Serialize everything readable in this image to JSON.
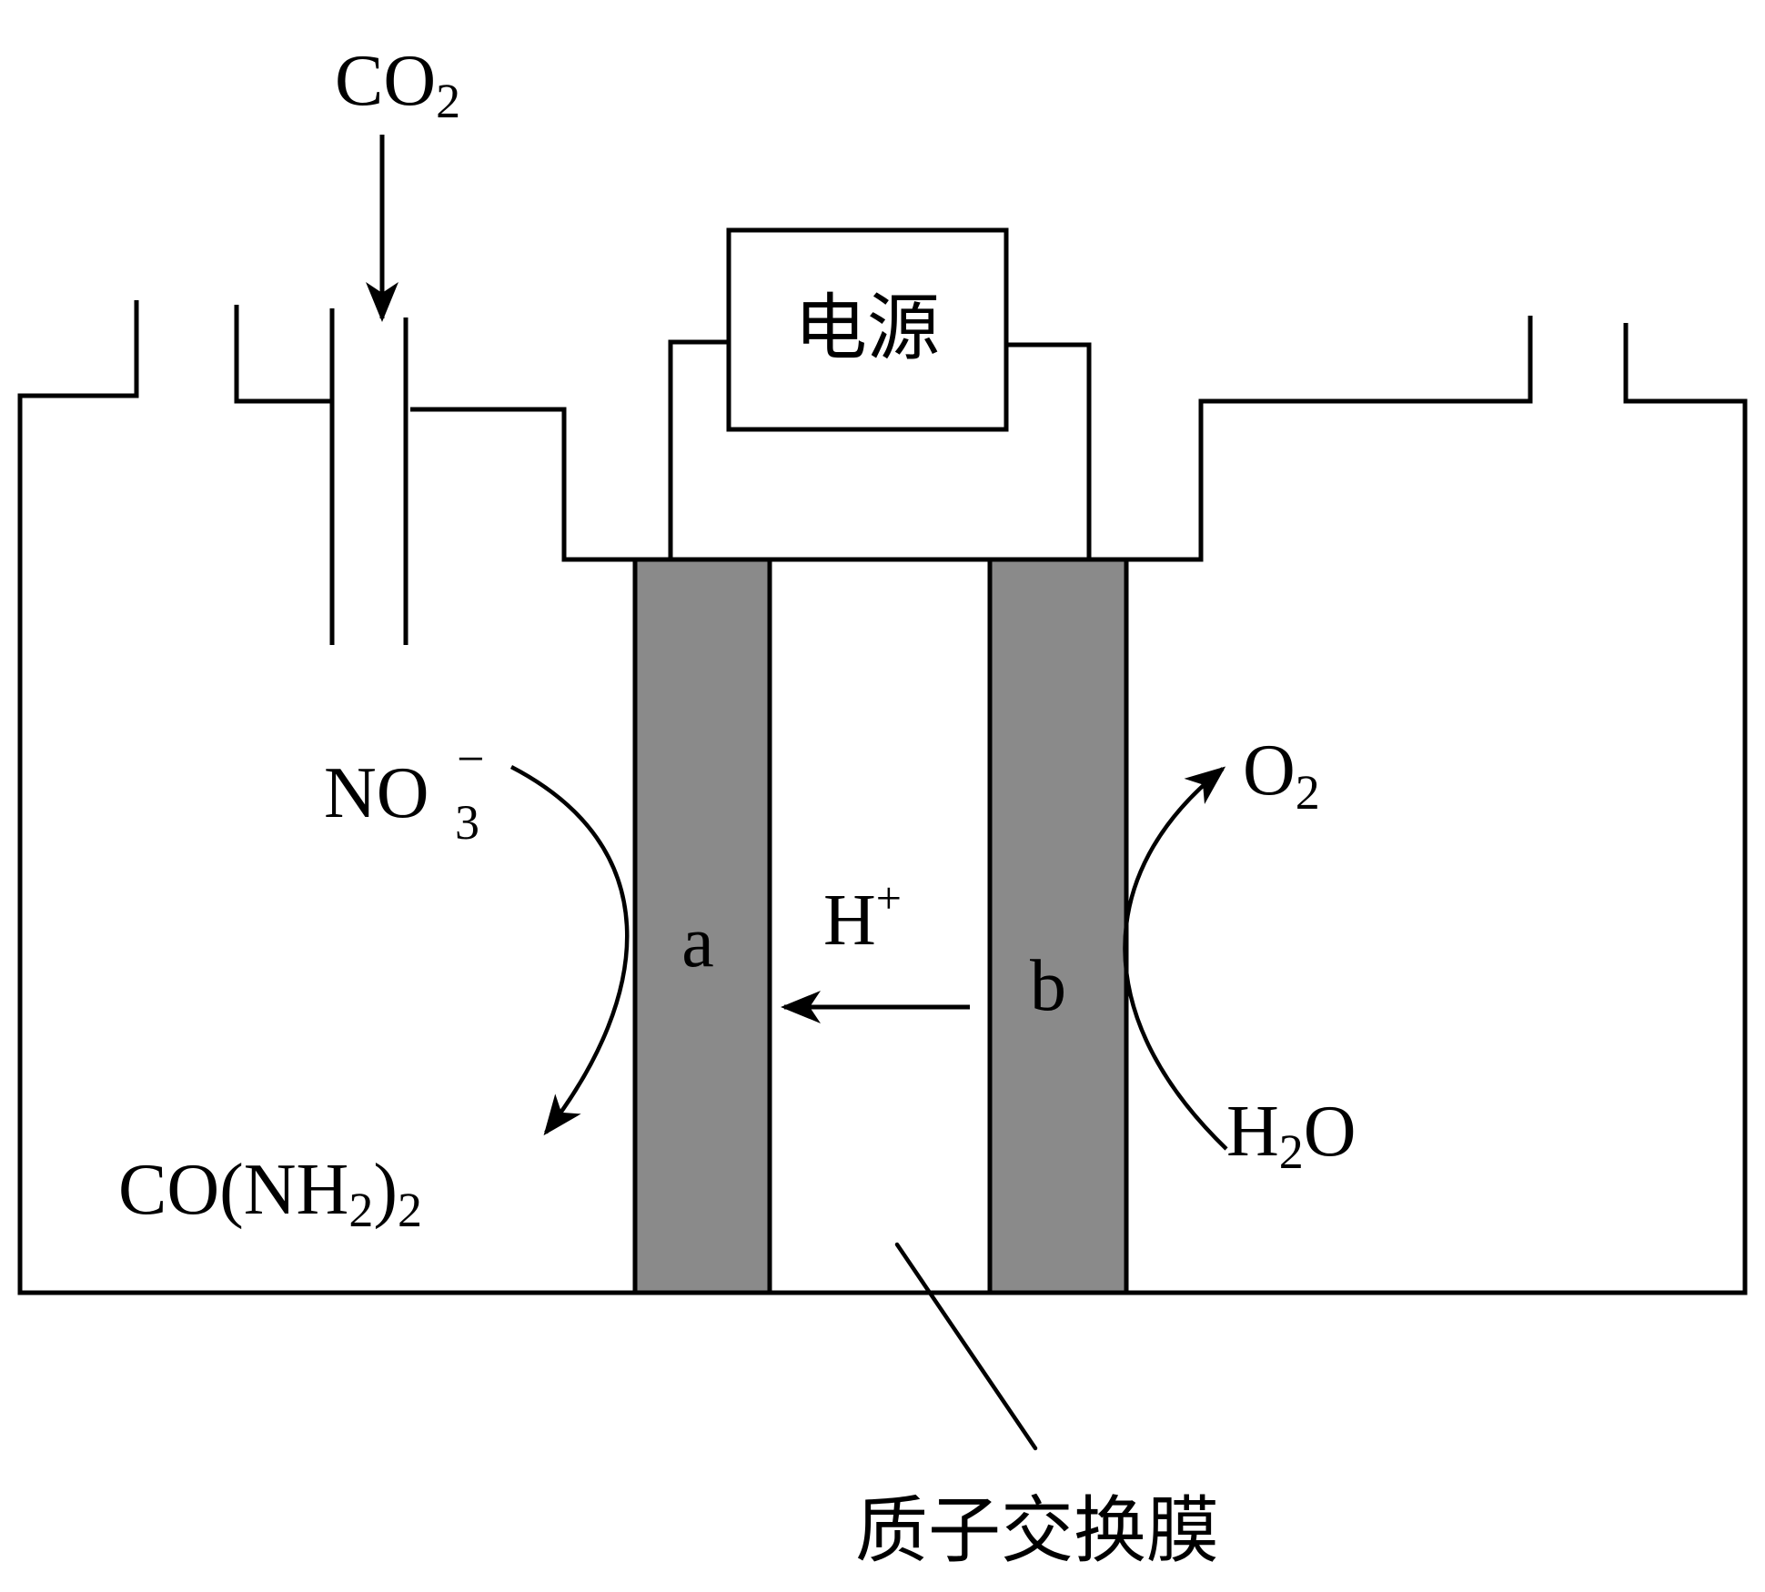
{
  "labels": {
    "co2_main": "CO",
    "co2_sub": "2",
    "power_source": "电源",
    "nitrate_main": "NO",
    "nitrate_sub": "3",
    "nitrate_sup": "−",
    "oxygen_main": "O",
    "oxygen_sub": "2",
    "electrode_a": "a",
    "electrode_b": "b",
    "proton_main": "H",
    "proton_sup": "+",
    "water_h": "H",
    "water_sub": "2",
    "water_o": "O",
    "urea_part1": "CO(NH",
    "urea_sub1": "2",
    "urea_part2": ")",
    "urea_sub2": "2",
    "membrane": "质子交换膜"
  },
  "colors": {
    "electrode_fill": "#8a8a8a",
    "line": "#000000",
    "background": "#ffffff"
  }
}
